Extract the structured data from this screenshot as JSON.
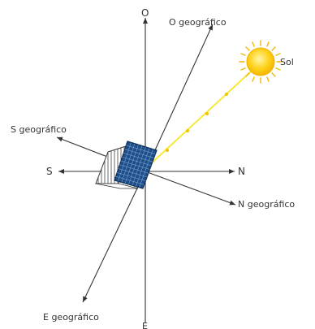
{
  "labels": {
    "top_axis": "O",
    "bottom_axis": "E",
    "left_axis": "S",
    "right_axis": "N",
    "geo_north": "O geográfico",
    "geo_south": "S geográfico",
    "geo_east": "N geográfico",
    "geo_west": "E geográfico",
    "sun": "Sol"
  },
  "colors": {
    "axis": "#333333",
    "panel_fill": "#1f4f8a",
    "panel_grid": "#9cc3ee",
    "sun_fill": "#ffd21a",
    "sun_rays": "#f2b600",
    "sunbeam": "#f7e83a"
  }
}
